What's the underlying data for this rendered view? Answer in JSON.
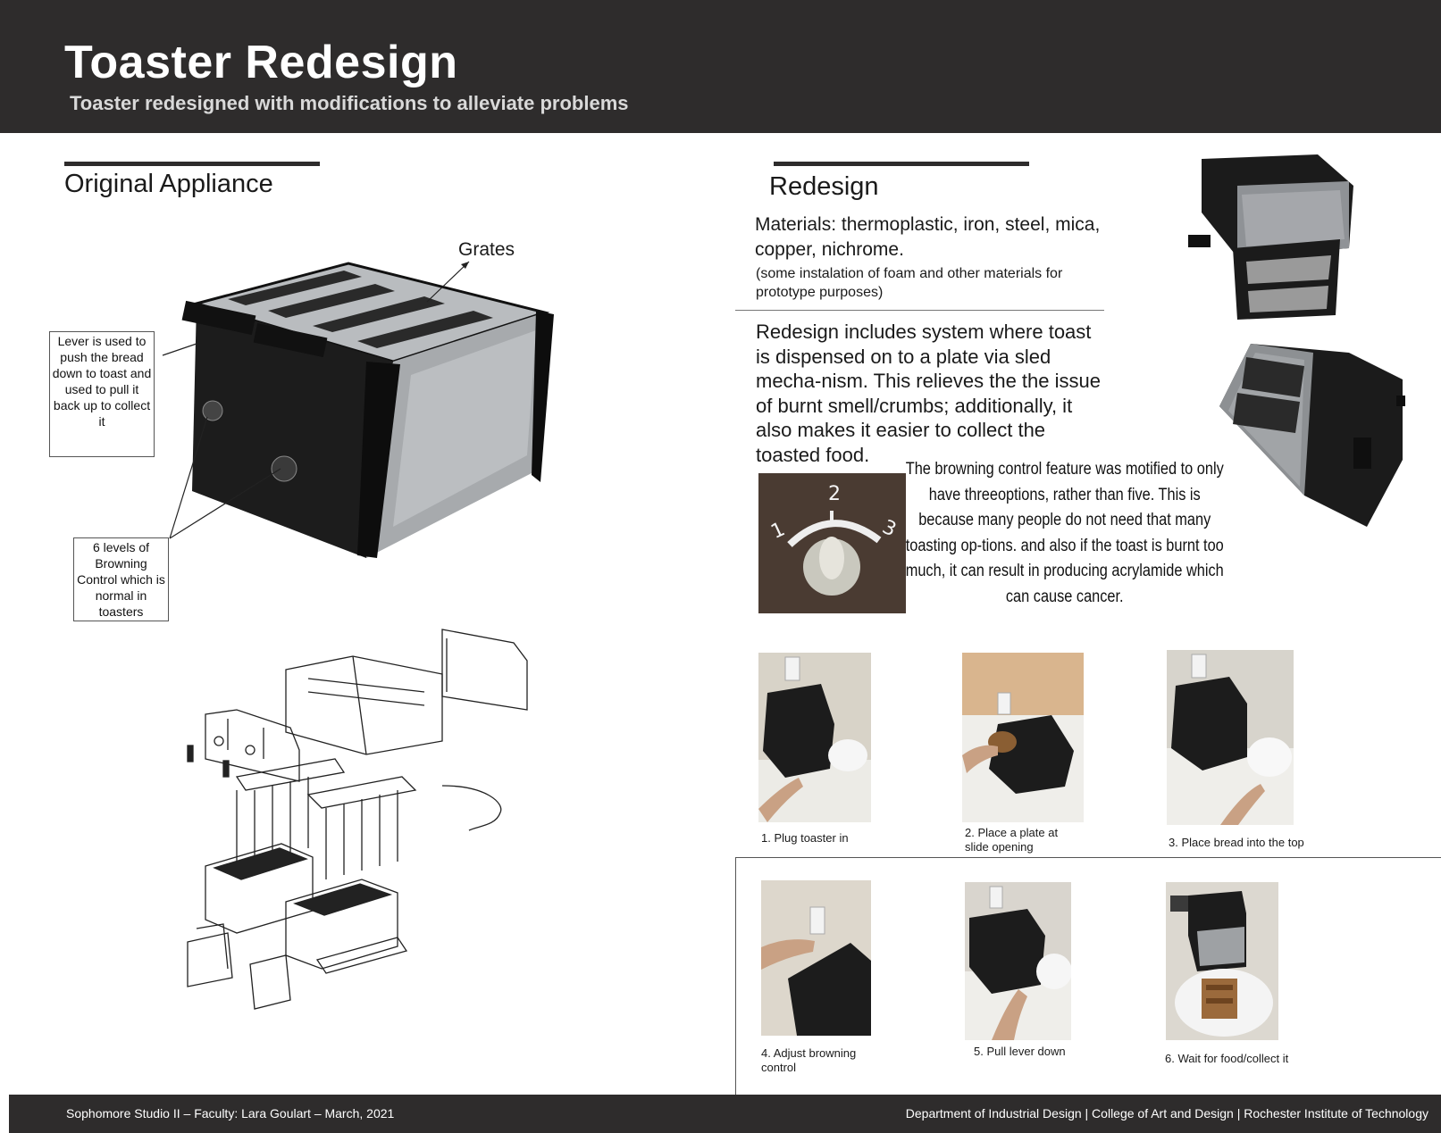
{
  "header": {
    "title": "Toaster Redesign",
    "subtitle": "Toaster redesigned with modifications to alleviate problems"
  },
  "original": {
    "heading": "Original Appliance",
    "grates_label": "Grates",
    "lever_callout": "Lever is used to push the bread down to toast and used to pull it back up to collect it",
    "browning_callout": "6 levels of Browning Control which is normal in toasters"
  },
  "redesign": {
    "heading": "Redesign",
    "materials": "Materials: thermoplastic, iron, steel, mica, copper, nichrome.",
    "materials_note": "(some instalation of foam and other materials for prototype purposes)",
    "description": "Redesign includes system where toast is dispensed on to a plate via sled mecha-nism. This relieves the the issue of burnt smell/crumbs; additionally, it also makes it easier to collect the toasted food.",
    "browning_text": "The browning control feature was motified to only have threeoptions, rather than five. This is because many people do not need that many toasting op-tions.  and also if the toast is burnt too much, it can result in producing acrylamide which can cause cancer.",
    "dial_labels": [
      "1",
      "2",
      "3"
    ]
  },
  "steps": [
    {
      "caption": "1. Plug toaster in"
    },
    {
      "caption": "2. Place a plate at slide opening"
    },
    {
      "caption": "3. Place bread into the top"
    },
    {
      "caption": "4. Adjust browning control"
    },
    {
      "caption": "5. Pull lever down"
    },
    {
      "caption": "6. Wait for food/collect it"
    }
  ],
  "footer": {
    "left": "Sophomore Studio II – Faculty: Lara Goulart – March, 2021",
    "right": "Department of Industrial Design | College of Art and Design | Rochester Institute of Technology"
  },
  "colors": {
    "header_bg": "#2e2c2c",
    "header_text": "#ffffff"
  }
}
